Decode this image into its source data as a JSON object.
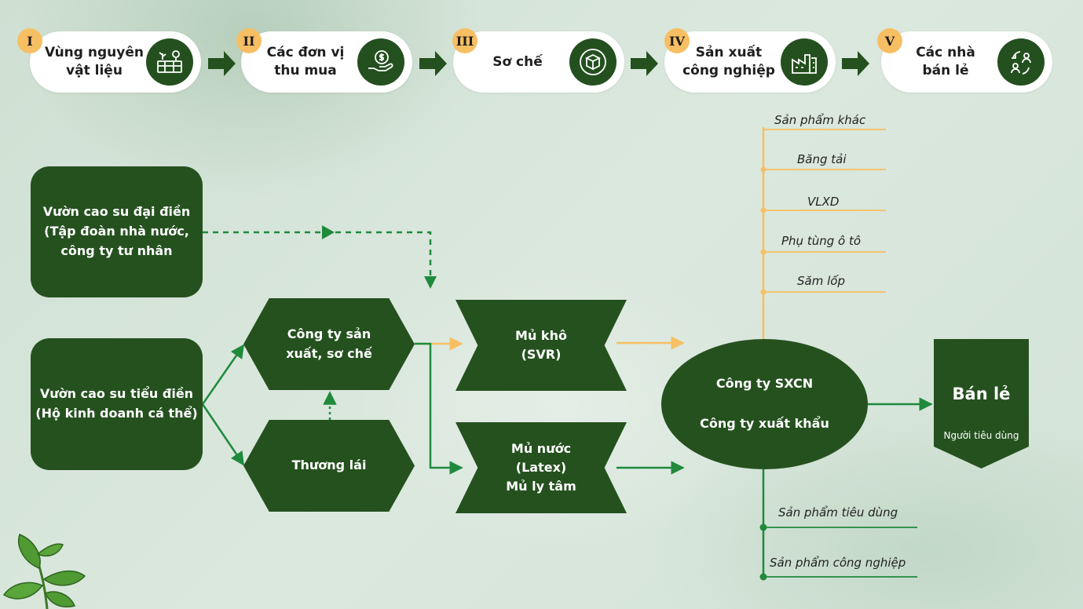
{
  "stages": [
    {
      "numeral": "I",
      "line1": "Vùng nguyên",
      "line2": "vật liệu",
      "icon": "plantation-icon"
    },
    {
      "numeral": "II",
      "line1": "Các đơn vị",
      "line2": "thu mua",
      "icon": "money-hand-icon"
    },
    {
      "numeral": "III",
      "line1": "Sơ chế",
      "line2": "",
      "icon": "box-icon"
    },
    {
      "numeral": "IV",
      "line1": "Sản xuất",
      "line2": "công nghiệp",
      "icon": "factory-icon"
    },
    {
      "numeral": "V",
      "line1": "Các nhà",
      "line2": "bán lẻ",
      "icon": "exchange-people-icon"
    }
  ],
  "nodes": {
    "large_estate": {
      "line1": "Vườn cao su đại điền",
      "line2": "(Tập đoàn nhà nước,",
      "line3": "công ty tư nhân"
    },
    "smallholder": {
      "line1": "Vườn cao su tiểu điền",
      "line2": "(Hộ kinh doanh cá thể)"
    },
    "processing_company": {
      "line1": "Công ty sản",
      "line2": "xuất, sơ chế"
    },
    "trader": {
      "line1": "Thương lái"
    },
    "dry_latex": {
      "line1": "Mủ khô",
      "line2": "(SVR)"
    },
    "liquid_latex": {
      "line1": "Mủ nước",
      "line2": "(Latex)",
      "line3": "Mủ ly tâm"
    },
    "industrial": {
      "line1": "Công ty SXCN",
      "line2": "Công ty xuất khẩu"
    },
    "retail": {
      "title": "Bán lẻ",
      "subtitle": "Người tiêu dùng"
    }
  },
  "outputs_top": [
    "Sản phẩm khác",
    "Băng tải",
    "VLXD",
    "Phụ tùng ô tô",
    "Săm lốp"
  ],
  "outputs_bottom": [
    "Sản phẩm tiêu dùng",
    "Sản phẩm công nghiệp"
  ],
  "colors": {
    "dark_green": "#25511f",
    "arrow_green": "#1f8a3c",
    "orange": "#f7bf63",
    "badge": "#f7bf63"
  }
}
